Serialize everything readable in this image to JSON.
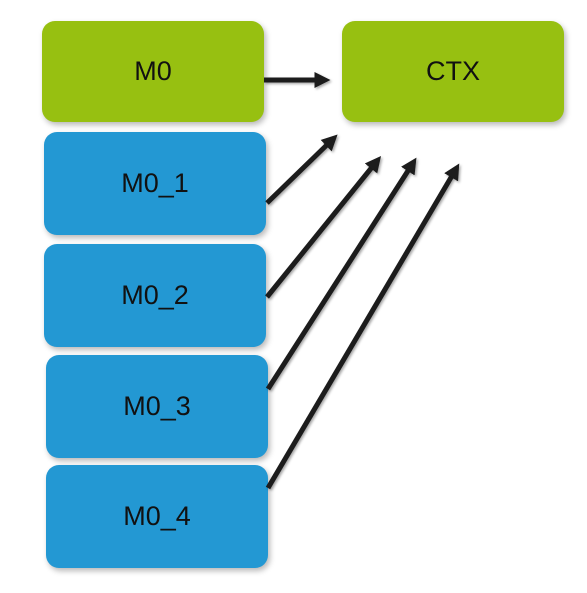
{
  "nodes": {
    "m0": "M0",
    "ctx": "CTX",
    "m0_1": "M0_1",
    "m0_2": "M0_2",
    "m0_3": "M0_3",
    "m0_4": "M0_4"
  },
  "colors": {
    "green": "#97c011",
    "blue": "#2398d3",
    "arrow": "#1a1a1a"
  },
  "edges": [
    {
      "from": "M0",
      "to": "CTX"
    },
    {
      "from": "M0_1",
      "to": "CTX"
    },
    {
      "from": "M0_2",
      "to": "CTX"
    },
    {
      "from": "M0_3",
      "to": "CTX"
    },
    {
      "from": "M0_4",
      "to": "CTX"
    }
  ]
}
